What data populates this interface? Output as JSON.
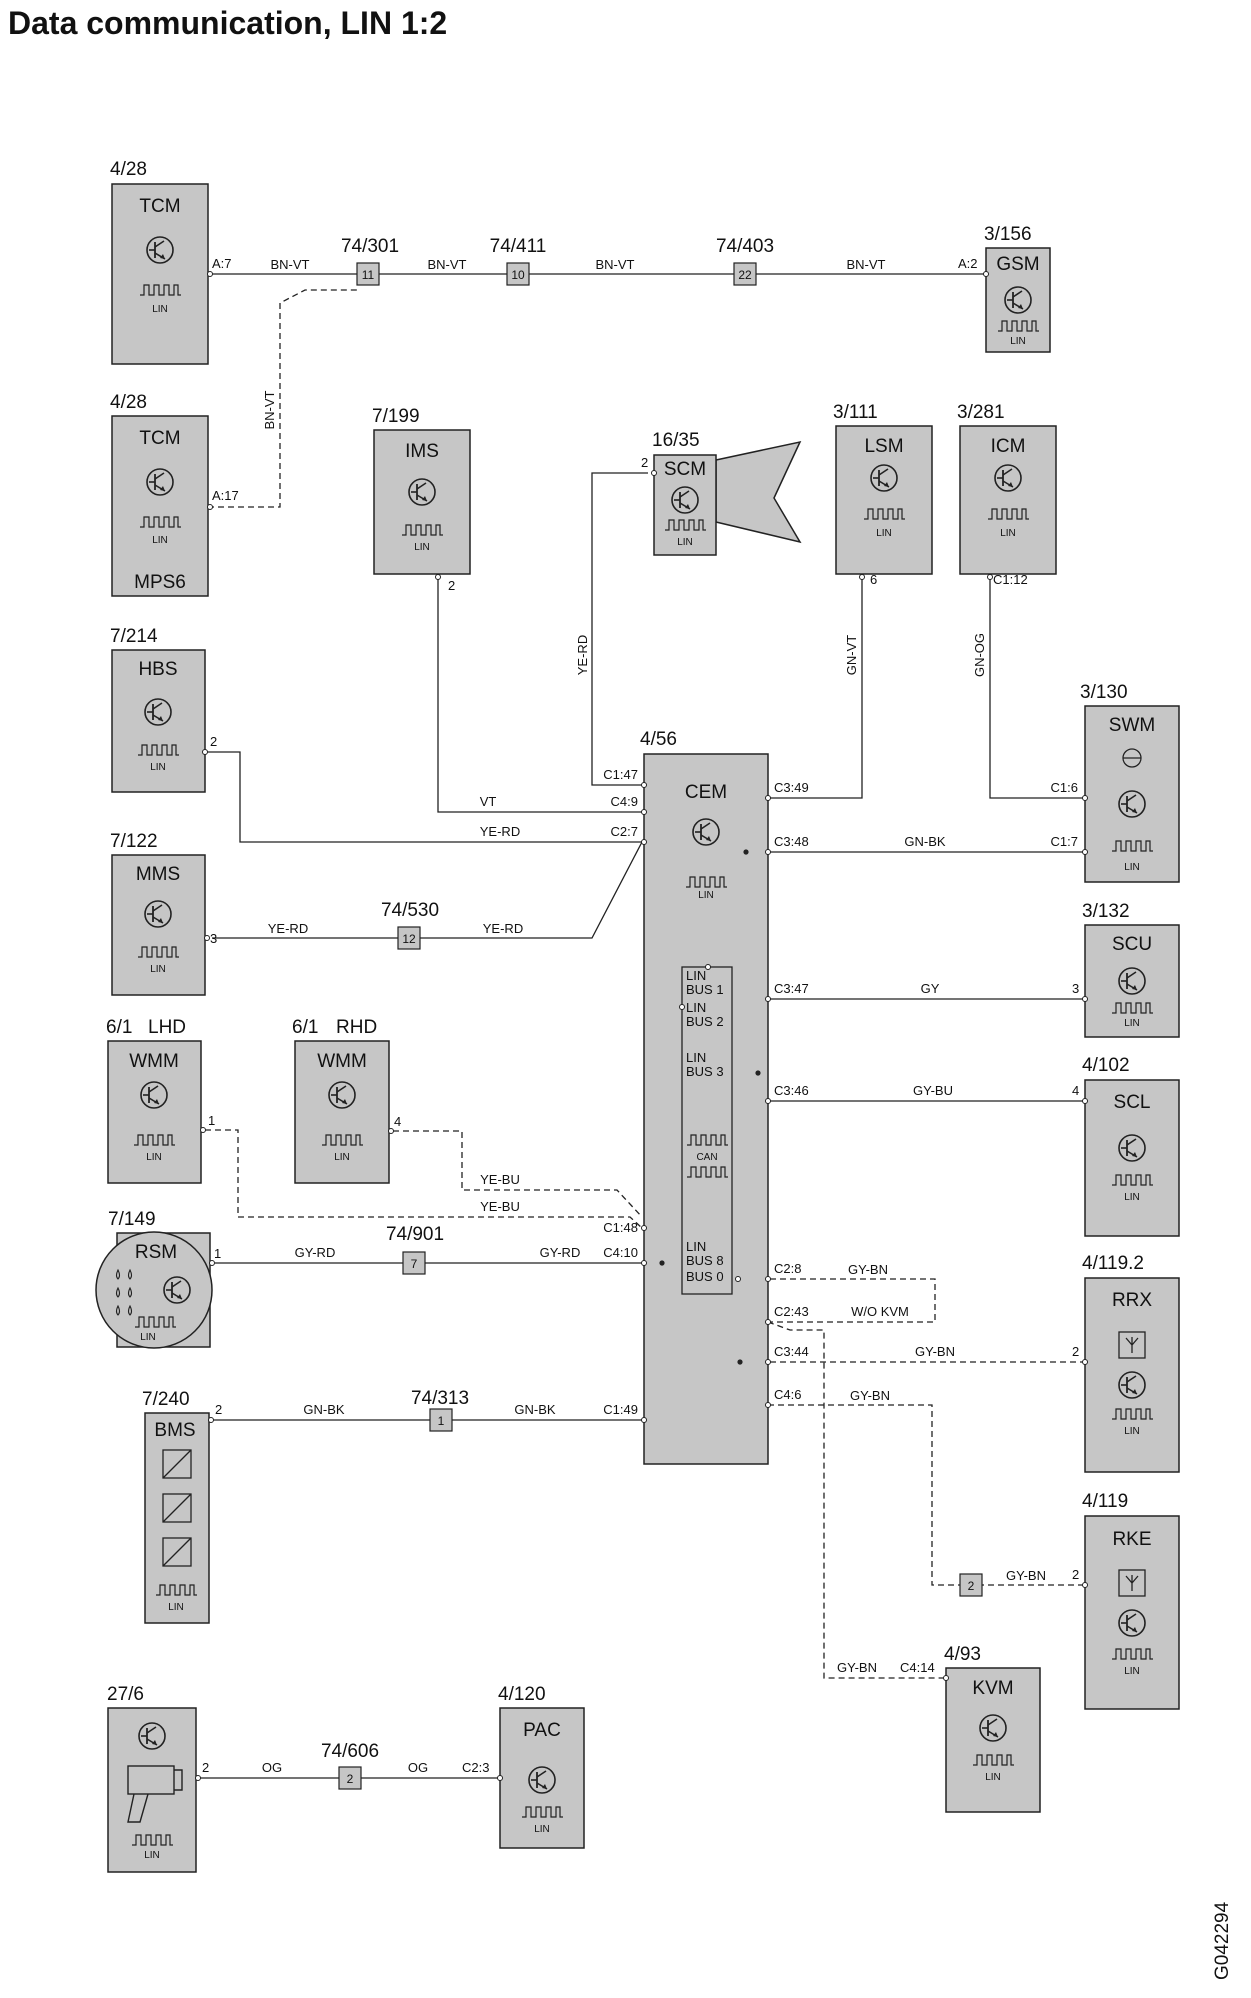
{
  "title": "Data communication, LIN 1:2",
  "drawing_id": "G042294",
  "modules": {
    "tcm1": {
      "ref": "4/28",
      "name": "TCM",
      "bus": "LIN"
    },
    "tcm2": {
      "ref": "4/28",
      "name": "TCM",
      "bus": "LIN",
      "sub": "MPS6"
    },
    "gsm": {
      "ref": "3/156",
      "name": "GSM",
      "bus": "LIN"
    },
    "ims": {
      "ref": "7/199",
      "name": "IMS",
      "bus": "LIN"
    },
    "scm": {
      "ref": "16/35",
      "name": "SCM",
      "bus": "LIN"
    },
    "lsm": {
      "ref": "3/111",
      "name": "LSM",
      "bus": "LIN"
    },
    "icm": {
      "ref": "3/281",
      "name": "ICM",
      "bus": "LIN"
    },
    "hbs": {
      "ref": "7/214",
      "name": "HBS",
      "bus": "LIN"
    },
    "cem": {
      "ref": "4/56",
      "name": "CEM",
      "bus": "LIN",
      "can": "CAN",
      "buses": [
        "LIN",
        "BUS 1",
        "LIN",
        "BUS 2",
        "LIN",
        "BUS 3",
        "LIN",
        "BUS 8",
        "BUS 0"
      ]
    },
    "swm": {
      "ref": "3/130",
      "name": "SWM",
      "bus": "LIN"
    },
    "mms": {
      "ref": "7/122",
      "name": "MMS",
      "bus": "LIN"
    },
    "scu": {
      "ref": "3/132",
      "name": "SCU",
      "bus": "LIN"
    },
    "wmm_lhd": {
      "ref": "6/1",
      "qual": "LHD",
      "name": "WMM",
      "bus": "LIN"
    },
    "wmm_rhd": {
      "ref": "6/1",
      "qual": "RHD",
      "name": "WMM",
      "bus": "LIN"
    },
    "scl": {
      "ref": "4/102",
      "name": "SCL",
      "bus": "LIN"
    },
    "rsm": {
      "ref": "7/149",
      "name": "RSM",
      "bus": "LIN"
    },
    "rrx": {
      "ref": "4/119.2",
      "name": "RRX",
      "bus": "LIN"
    },
    "bms": {
      "ref": "7/240",
      "name": "BMS",
      "bus": "LIN"
    },
    "rke": {
      "ref": "4/119",
      "name": "RKE",
      "bus": "LIN"
    },
    "kvm": {
      "ref": "4/93",
      "name": "KVM",
      "bus": "LIN"
    },
    "horn": {
      "ref": "27/6",
      "bus": "LIN"
    },
    "pac": {
      "ref": "4/120",
      "name": "PAC",
      "bus": "LIN"
    }
  },
  "splices": {
    "s301": {
      "ref": "74/301",
      "num": "11"
    },
    "s411": {
      "ref": "74/411",
      "num": "10"
    },
    "s403": {
      "ref": "74/403",
      "num": "22"
    },
    "s530": {
      "ref": "74/530",
      "num": "12"
    },
    "s901": {
      "ref": "74/901",
      "num": "7"
    },
    "s313": {
      "ref": "74/313",
      "num": "1"
    },
    "s606": {
      "ref": "74/606",
      "num": "2"
    },
    "s_rke": {
      "num": "2"
    }
  },
  "pins": {
    "tcm1": "A:7",
    "gsm": "A:2",
    "tcm2": "A:17",
    "ims": "2",
    "scm": "2",
    "lsm": "6",
    "icm": "C1:12",
    "hbs": "2",
    "mms": "3",
    "wmm_lhd": "1",
    "wmm_rhd": "4",
    "rsm": "1",
    "bms": "2",
    "horn": "2",
    "pac": "C2:3",
    "swm6": "C1:6",
    "swm7": "C1:7",
    "scu": "3",
    "scl": "4",
    "rrx": "2",
    "rke": "2",
    "kvm": "C4:14",
    "cem_c147": "C1:47",
    "cem_c49": "C4:9",
    "cem_c27": "C2:7",
    "cem_c148": "C1:48",
    "cem_c410": "C4:10",
    "cem_c149": "C1:49",
    "cem_c349": "C3:49",
    "cem_c348": "C3:48",
    "cem_c347": "C3:47",
    "cem_c346": "C3:46",
    "cem_c28": "C2:8",
    "cem_c243": "C2:43",
    "cem_c344": "C3:44",
    "cem_c46": "C4:6"
  },
  "wires": {
    "bnvt": "BN-VT",
    "yerd": "YE-RD",
    "gnvt": "GN-VT",
    "gnog": "GN-OG",
    "vt": "VT",
    "gnbk": "GN-BK",
    "gy": "GY",
    "gybu": "GY-BU",
    "yebu": "YE-BU",
    "gyrd": "GY-RD",
    "gybn": "GY-BN",
    "wokvm": "W/O KVM",
    "og": "OG"
  }
}
